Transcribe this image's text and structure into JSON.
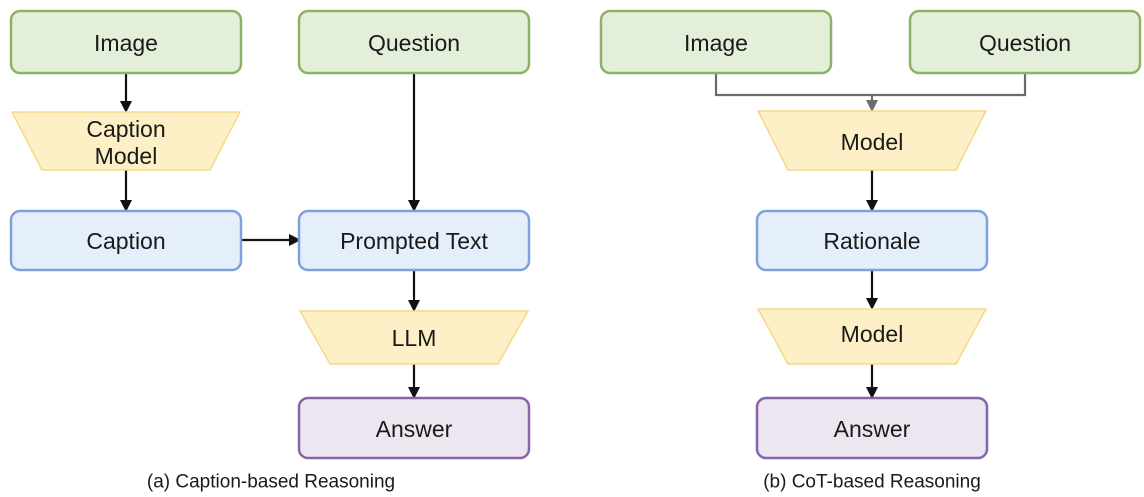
{
  "panel_a": {
    "image": "Image",
    "question": "Question",
    "caption_model_line1": "Caption",
    "caption_model_line2": "Model",
    "caption": "Caption",
    "prompted_text": "Prompted Text",
    "llm": "LLM",
    "answer": "Answer",
    "title": "(a) Caption-based Reasoning"
  },
  "panel_b": {
    "image": "Image",
    "question": "Question",
    "model_top": "Model",
    "rationale": "Rationale",
    "model_bottom": "Model",
    "answer": "Answer",
    "title": "(b) CoT-based Reasoning"
  },
  "colors": {
    "input_fill": "#e3efd9",
    "input_stroke": "#8eb16a",
    "intermediate_fill": "#e5eefb",
    "intermediate_stroke": "#7ea1dc",
    "model_fill": "#fdf0c6",
    "answer_fill": "#ece6f0",
    "answer_stroke": "#8b63a8"
  }
}
